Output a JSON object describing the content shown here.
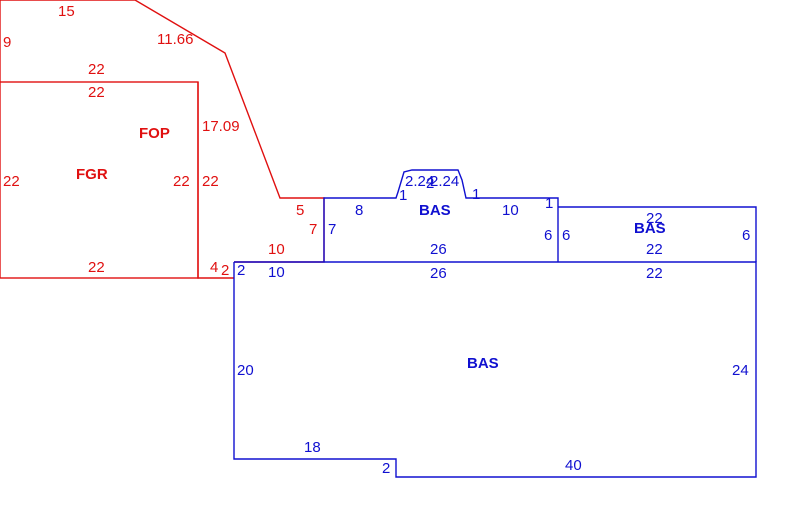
{
  "colors": {
    "red": "#e01010",
    "blue": "#1010d0"
  },
  "areas": {
    "fop": "FOP",
    "fgr": "FGR",
    "bas_top": "BAS",
    "bas_right": "BAS",
    "bas_main": "BAS"
  },
  "dims": {
    "fop_top": "15",
    "fop_left": "9",
    "fop_diag_upper": "11.66",
    "fop_bottom_outer": "22",
    "fop_diag_lower": "17.09",
    "fop_step_top": "5",
    "fop_step_side": "7",
    "fop_step_bottom": "10",
    "fop_corner_4": "4",
    "fop_corner_2": "2",
    "fgr_top": "22",
    "fgr_left": "22",
    "fgr_right_inner": "22",
    "fgr_right_outer": "22",
    "fgr_bottom": "22",
    "bas_top_left_side": "7",
    "bas_top_left_run": "8",
    "bas_top_bump_1l": "1",
    "bas_top_bump_a": "2.24",
    "bas_top_bump_b": "2",
    "bas_top_bump_c": "2.24",
    "bas_top_bump_1r": "1",
    "bas_top_right_run": "10",
    "bas_top_right_1": "1",
    "bas_top_right_side": "6",
    "bas_top_bottom": "26",
    "bas_right_left": "6",
    "bas_right_top": "22",
    "bas_right_bottom_inner": "22",
    "bas_right_right": "6",
    "bas_main_top_right": "22",
    "bas_main_top_mid": "26",
    "bas_main_top_left": "10",
    "bas_main_left_2": "2",
    "bas_main_left": "20",
    "bas_main_right": "24",
    "bas_main_bottom_left": "18",
    "bas_main_notch": "2",
    "bas_main_bottom": "40"
  }
}
